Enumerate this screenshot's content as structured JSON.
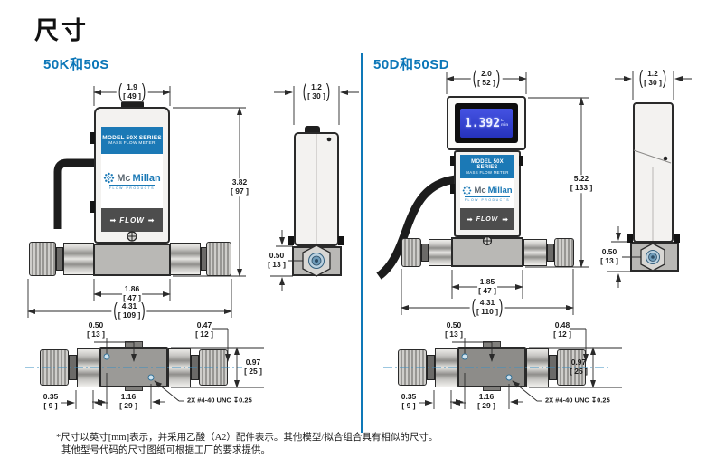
{
  "page": {
    "title": "尺寸"
  },
  "ui": {
    "paren_open": "(",
    "paren_close": ")"
  },
  "brand": {
    "model_line1": "MODEL 50X SERIES",
    "model_line2": "MASS FLOW METER",
    "mc": "Mc",
    "millan": "Millan",
    "tagline": "FLOW PRODUCTS",
    "flow": "FLOW",
    "arrow": "➡"
  },
  "display": {
    "value": "1.392",
    "unit_top": "L",
    "unit_bottom": "min"
  },
  "s1": {
    "heading": "50K和50S",
    "front_width_in": "1.9",
    "front_width_mm": "[ 49 ]",
    "front_height_in": "3.82",
    "front_height_mm": "[ 97 ]",
    "base_width_in": "1.86",
    "base_width_mm": "[ 47 ]",
    "overall_width_in": "4.31",
    "overall_width_mm": "[ 109 ]",
    "side_width_in": "1.2",
    "side_width_mm": "[ 30 ]",
    "port_height_in": "0.50",
    "port_height_mm": "[ 13 ]",
    "hole_offset_top_in": "0.50",
    "hole_offset_top_mm": "[ 13 ]",
    "hole_offset_right_in": "0.47",
    "hole_offset_right_mm": "[ 12 ]",
    "block_height_in": "0.97",
    "block_height_mm": "[ 25 ]",
    "edge_offset_in": "0.35",
    "edge_offset_mm": "[ 9 ]",
    "hole_spacing_in": "1.16",
    "hole_spacing_mm": "[ 29 ]",
    "thread_callout": "2X #4-40 UNC ↧0.25"
  },
  "s2": {
    "heading": "50D和50SD",
    "front_width_in": "2.0",
    "front_width_mm": "[ 52 ]",
    "front_height_in": "5.22",
    "front_height_mm": "[ 133 ]",
    "base_width_in": "1.85",
    "base_width_mm": "[ 47 ]",
    "overall_width_in": "4.31",
    "overall_width_mm": "[ 110 ]",
    "side_width_in": "1.2",
    "side_width_mm": "[ 30 ]",
    "port_height_in": "0.50",
    "port_height_mm": "[ 13 ]",
    "hole_offset_top_in": "0.50",
    "hole_offset_top_mm": "[ 13 ]",
    "hole_offset_right_in": "0.48",
    "hole_offset_right_mm": "[ 12 ]",
    "block_height_in": "0.97",
    "block_height_mm": "[ 25 ]",
    "edge_offset_in": "0.35",
    "edge_offset_mm": "[ 9 ]",
    "hole_spacing_in": "1.16",
    "hole_spacing_mm": "[ 29 ]",
    "thread_callout": "2X #4-40 UNC ↧0.25"
  },
  "footnote": {
    "line1": "*尺寸以英寸[mm]表示，并采用乙酸（A2）配件表示。其他模型/拟合组合具有相似的尺寸。",
    "line2": "其他型号代码的尺寸图纸可根据工厂的要求提供。"
  },
  "colors": {
    "accent_blue": "#0e78b8",
    "label_blue": "#1b79b6",
    "flow_band": "#4d4d4d",
    "lcd_blue": "#2e3ecf",
    "line": "#2a2a2a",
    "centerline_blue": "#3a8fc2"
  }
}
